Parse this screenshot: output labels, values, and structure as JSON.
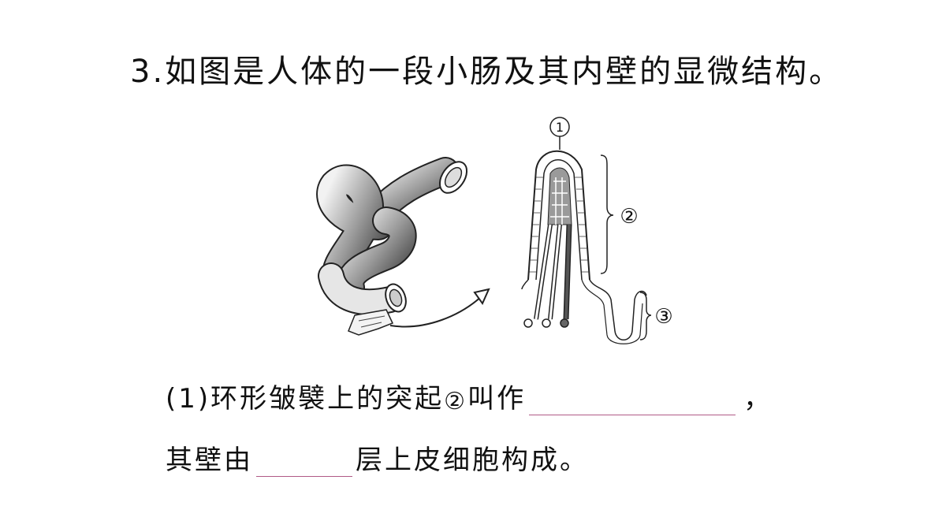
{
  "question": {
    "title": "3.如图是人体的一段小肠及其内壁的显微结构。"
  },
  "figure": {
    "label_1": "①",
    "label_2": "②",
    "label_3": "③"
  },
  "sub_question_1": {
    "prefix": "(1)环形皱襞上的突起",
    "marker": "②",
    "mid": "叫作",
    "comma": "，",
    "line2_prefix": "其壁由",
    "line2_suffix": "层上皮细胞构成。"
  },
  "colors": {
    "text": "#111111",
    "blank_underline": "#b05a86"
  }
}
